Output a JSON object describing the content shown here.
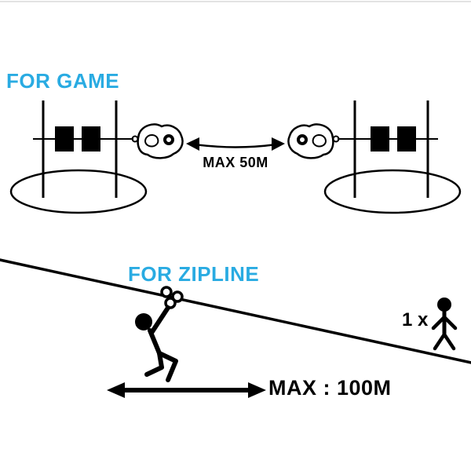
{
  "colors": {
    "accent": "#29abe2",
    "ink": "#000000",
    "background": "#ffffff"
  },
  "sections": {
    "game": {
      "title": "FOR GAME",
      "distance_label": "MAX 50M"
    },
    "zipline": {
      "title": "FOR ZIPLINE",
      "distance_label": "MAX : 100M",
      "quantity_label": "1 x"
    }
  },
  "icons": {
    "left_anchor": "pole-strap-anchor-icon",
    "right_anchor": "pole-strap-anchor-icon",
    "left_grip": "grip-plate-icon",
    "right_grip": "grip-plate-icon",
    "span_arrow": "double-headed-arrow-icon",
    "zipline_cable": "zipline-cable-icon",
    "trolley": "zipline-trolley-icon",
    "rider": "zipline-rider-icon",
    "person": "standing-person-icon",
    "distance_arrow": "double-headed-arrow-icon"
  }
}
